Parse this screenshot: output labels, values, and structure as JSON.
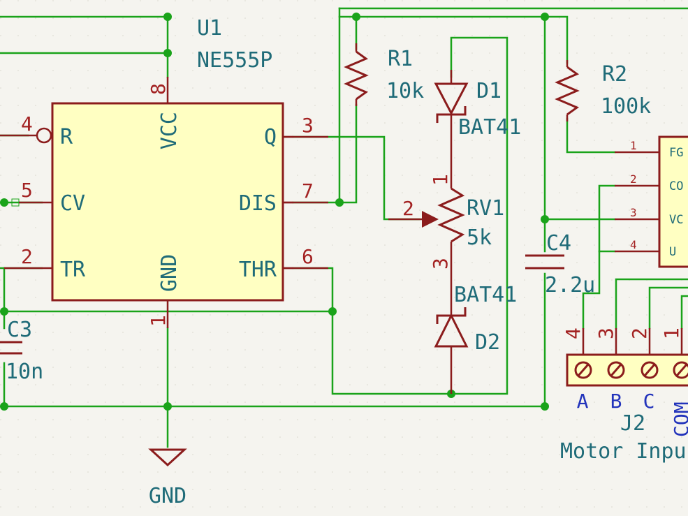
{
  "u1": {
    "ref": "U1",
    "value": "NE555P",
    "pins": {
      "r": "R",
      "cv": "CV",
      "tr": "TR",
      "vcc": "VCC",
      "gnd": "GND",
      "q": "Q",
      "dis": "DIS",
      "thr": "THR",
      "n4": "4",
      "n5": "5",
      "n2": "2",
      "n8": "8",
      "n1": "1",
      "n3": "3",
      "n7": "7",
      "n6": "6"
    }
  },
  "r1": {
    "ref": "R1",
    "value": "10k"
  },
  "r2": {
    "ref": "R2",
    "value": "100k"
  },
  "d1": {
    "ref": "D1",
    "value": "BAT41"
  },
  "d2": {
    "ref": "D2",
    "value": "BAT41"
  },
  "rv1": {
    "ref": "RV1",
    "value": "5k",
    "pin1": "1",
    "pin2": "2",
    "pin3": "3"
  },
  "c3": {
    "ref": "C3",
    "value": "10n"
  },
  "c4": {
    "ref": "C4",
    "value": "2.2u"
  },
  "gnd": {
    "label": "GND"
  },
  "motor_ic": {
    "pins": [
      "FG",
      "CO",
      "VC",
      "U"
    ],
    "nums": [
      "1",
      "2",
      "3",
      "4"
    ]
  },
  "j2": {
    "ref": "J2",
    "value": "Motor Inpu",
    "pin_nums": [
      "4",
      "3",
      "2",
      "1"
    ],
    "pin_names": [
      "A",
      "B",
      "C",
      "COM"
    ]
  },
  "colors": {
    "wire": "#1aa31a",
    "component": "#8b1c1c",
    "ic_fill": "#ffffc2",
    "label": "#1f6b78",
    "pin_number": "#a32222",
    "pin_name_blue": "#2233bb",
    "background": "#f5f4ef"
  }
}
